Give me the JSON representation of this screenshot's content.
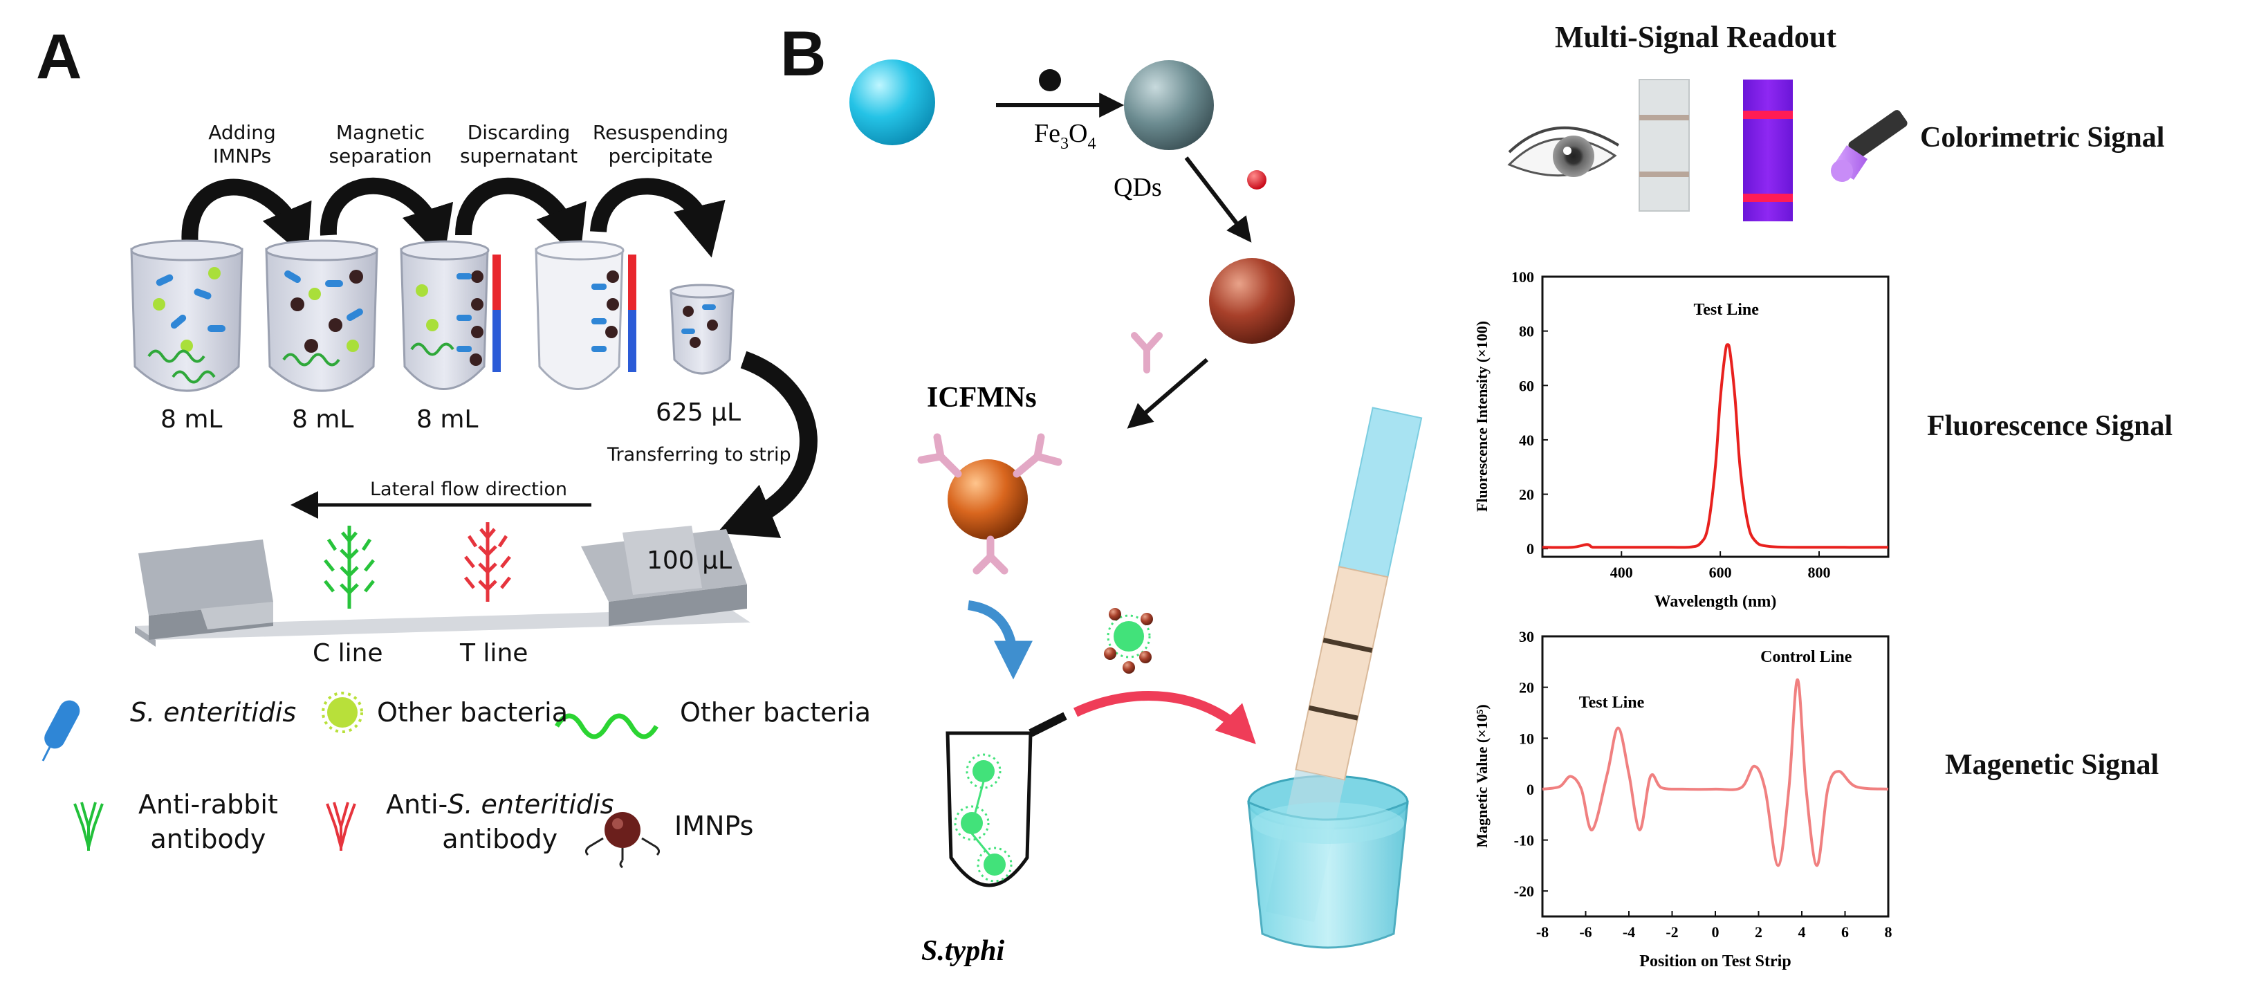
{
  "panel_a": {
    "letter": "A",
    "steps": [
      {
        "line1": "Adding",
        "line2": "IMNPs"
      },
      {
        "line1": "Magnetic",
        "line2": "separation"
      },
      {
        "line1": "Discarding",
        "line2": "supernatant"
      },
      {
        "line1": "Resuspending",
        "line2": "percipitate"
      }
    ],
    "volumes": [
      "8 mL",
      "8 mL",
      "8 mL",
      "625 µL",
      "100 µL"
    ],
    "transfer_label": "Transferring to strip",
    "flow_label": "Lateral flow direction",
    "c_line": "C line",
    "t_line": "T line",
    "legend": {
      "s_enteritidis": "S. enteritidis",
      "other_bacteria_1": "Other bacteria",
      "other_bacteria_2": "Other bacteria",
      "anti_rabbit_1": "Anti-rabbit",
      "anti_rabbit_2": "antibody",
      "anti_s_1_prefix": "Anti-",
      "anti_s_1_italic": "S. enteritidis",
      "anti_s_2": "antibody",
      "imnps": "IMNPs"
    }
  },
  "panel_b": {
    "letter": "B",
    "fe3o4": "Fe",
    "fe3o4_sub1": "3",
    "fe3o4_o": "O",
    "fe3o4_sub2": "4",
    "qds": "QDs",
    "icfmns": "ICFMNs",
    "sample": "S.typhi",
    "readout_title": "Multi-Signal Readout",
    "colorimetric": "Colorimetric Signal",
    "fluorescence": "Fluorescence Signal",
    "magnetic": "Magenetic Signal"
  },
  "chart_data": [
    {
      "type": "line",
      "title": "",
      "annotation": "Test Line",
      "xlabel": "Wavelength (nm)",
      "ylabel": "Fluorescence Intensity (×100)",
      "xlim": [
        240,
        940
      ],
      "ylim": [
        -3,
        100
      ],
      "xticks": [
        400,
        600,
        800
      ],
      "yticks": [
        0,
        20,
        40,
        60,
        80,
        100
      ],
      "color": "#e8211e",
      "series": [
        {
          "x": [
            240,
            300,
            330,
            340,
            350,
            400,
            450,
            500,
            540,
            560,
            575,
            590,
            600,
            610,
            615,
            620,
            630,
            640,
            655,
            670,
            700,
            800,
            940
          ],
          "y": [
            0.5,
            0.5,
            1.5,
            0.6,
            0.5,
            0.5,
            0.5,
            0.5,
            0.6,
            2,
            8,
            30,
            55,
            72,
            75,
            72,
            55,
            30,
            10,
            3,
            0.8,
            0.5,
            0.5
          ]
        }
      ]
    },
    {
      "type": "line",
      "title": "",
      "annotations": [
        "Test Line",
        "Control Line"
      ],
      "xlabel": "Position on Test Strip",
      "ylabel": "Magnetic Value (×10⁵)",
      "xlim": [
        -8,
        8
      ],
      "ylim": [
        -25,
        30
      ],
      "xticks": [
        -8,
        -6,
        -4,
        -2,
        0,
        2,
        4,
        6,
        8
      ],
      "yticks": [
        -20,
        -10,
        0,
        10,
        20,
        30
      ],
      "color": "#f08080",
      "series": [
        {
          "x": [
            -8,
            -7.2,
            -6.7,
            -6.2,
            -5.7,
            -5.0,
            -4.5,
            -4.0,
            -3.5,
            -3.0,
            -2.5,
            -1.5,
            0,
            1.2,
            1.8,
            2.3,
            2.9,
            3.4,
            3.8,
            4.2,
            4.7,
            5.2,
            5.7,
            6.5,
            8
          ],
          "y": [
            0,
            0.5,
            2.5,
            0,
            -8,
            3,
            12,
            3,
            -8,
            2.5,
            0.3,
            0,
            0,
            0.3,
            4.5,
            0,
            -15,
            0,
            21.5,
            0,
            -15,
            0,
            3.5,
            0.5,
            0
          ]
        }
      ]
    }
  ]
}
